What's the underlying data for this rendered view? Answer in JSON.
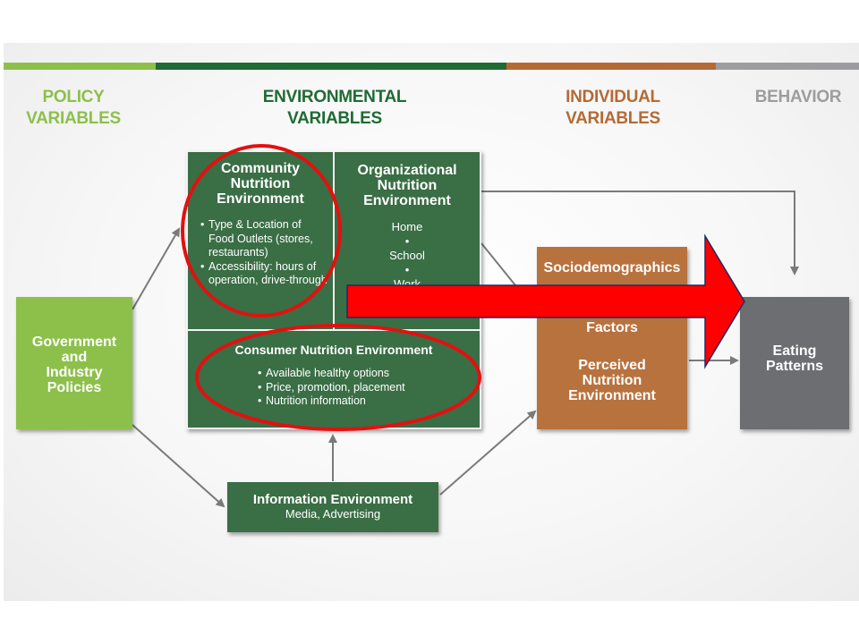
{
  "headers": {
    "policy": "POLICY\nVARIABLES",
    "environmental": "ENVIRONMENTAL\nVARIABLES",
    "individual": "INDIVIDUAL\nVARIABLES",
    "behavior": "BEHAVIOR"
  },
  "colors": {
    "policy": "#8dc04b",
    "environmental": "#1f6b34",
    "individual": "#b56a35",
    "behavior": "#9d9d9f",
    "dark_green_box": "#3a6e45",
    "light_green_box": "#8dc04b",
    "orange_box": "#b8723e",
    "gray_box": "#6d6e71",
    "highlight": "#ff0000"
  },
  "government_box": {
    "title": "Government\nand\nIndustry\nPolicies"
  },
  "community_box": {
    "title": "Community\nNutrition\nEnvironment",
    "items": [
      "Type & Location of Food Outlets (stores, restaurants)",
      "Accessibility: hours of operation, drive-through"
    ]
  },
  "organizational_box": {
    "title": "Organizational\nNutrition\nEnvironment",
    "items": [
      "Home",
      "•",
      "School",
      "•",
      "Work"
    ]
  },
  "consumer_box": {
    "title": "Consumer Nutrition Environment",
    "items": [
      "Available healthy options",
      "Price, promotion, placement",
      "Nutrition information"
    ]
  },
  "information_box": {
    "title": "Information Environment",
    "subtitle": "Media, Advertising"
  },
  "individual_box": {
    "line1": "Sociodemographics",
    "line2": "Factors",
    "line3": "Perceived\nNutrition\nEnvironment"
  },
  "eating_box": {
    "title": "Eating\nPatterns"
  }
}
